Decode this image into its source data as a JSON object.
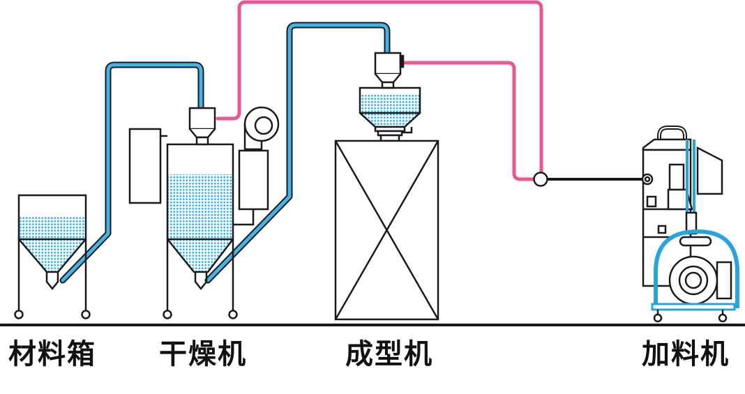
{
  "labels": {
    "material_box": "材料箱",
    "dryer": "干燥机",
    "molding_machine": "成型机",
    "loader": "加料机"
  },
  "colors": {
    "suction_pipe": "#44b4e6",
    "air_pipe": "#e8578f",
    "granules": "#44b4e6",
    "line": "#1a1a1a",
    "frame_accent": "#2aa3dc"
  }
}
